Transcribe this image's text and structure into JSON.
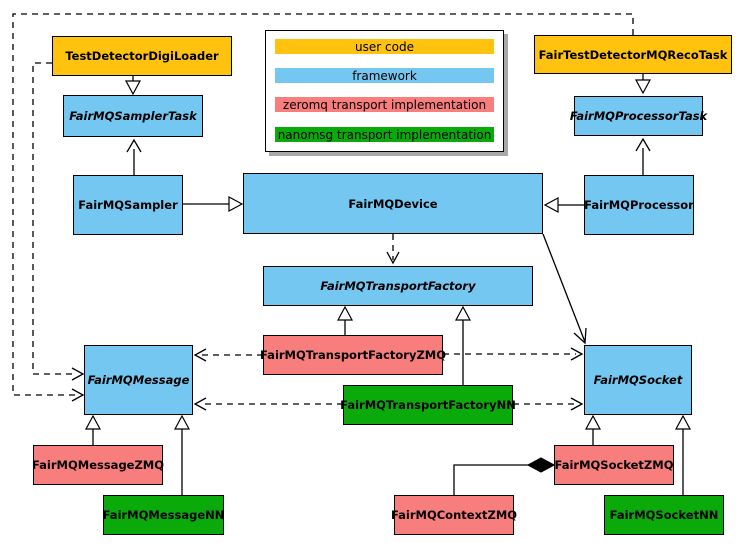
{
  "palette": {
    "user_code": "#FFC20E",
    "framework": "#74C7F0",
    "zeromq": "#F87D7D",
    "nanomsg": "#0AAA0A",
    "border": "#000000",
    "background": "#FFFFFF"
  },
  "legend": {
    "items": [
      {
        "label": "user code",
        "category": "user_code"
      },
      {
        "label": "framework",
        "category": "framework"
      },
      {
        "label": "zeromq transport implementation",
        "category": "zeromq"
      },
      {
        "label": "nanomsg transport implementation",
        "category": "nanomsg"
      }
    ]
  },
  "nodes": [
    {
      "id": "test-detector-digi-loader",
      "label": "TestDetectorDigiLoader",
      "category": "user_code",
      "abstract": false
    },
    {
      "id": "fair-test-detector-mq-reco-task",
      "label": "FairTestDetectorMQRecoTask",
      "category": "user_code",
      "abstract": false
    },
    {
      "id": "fairmq-sampler-task",
      "label": "FairMQSamplerTask",
      "category": "framework",
      "abstract": true
    },
    {
      "id": "fairmq-processor-task",
      "label": "FairMQProcessorTask",
      "category": "framework",
      "abstract": true
    },
    {
      "id": "fairmq-sampler",
      "label": "FairMQSampler",
      "category": "framework",
      "abstract": false
    },
    {
      "id": "fairmq-device",
      "label": "FairMQDevice",
      "category": "framework",
      "abstract": false
    },
    {
      "id": "fairmq-processor",
      "label": "FairMQProcessor",
      "category": "framework",
      "abstract": false
    },
    {
      "id": "fairmq-transport-factory",
      "label": "FairMQTransportFactory",
      "category": "framework",
      "abstract": true
    },
    {
      "id": "fairmq-transport-factory-zmq",
      "label": "FairMQTransportFactoryZMQ",
      "category": "zeromq",
      "abstract": false
    },
    {
      "id": "fairmq-transport-factory-nn",
      "label": "FairMQTransportFactoryNN",
      "category": "nanomsg",
      "abstract": false
    },
    {
      "id": "fairmq-message",
      "label": "FairMQMessage",
      "category": "framework",
      "abstract": true
    },
    {
      "id": "fairmq-socket",
      "label": "FairMQSocket",
      "category": "framework",
      "abstract": true
    },
    {
      "id": "fairmq-message-zmq",
      "label": "FairMQMessageZMQ",
      "category": "zeromq",
      "abstract": false
    },
    {
      "id": "fairmq-message-nn",
      "label": "FairMQMessageNN",
      "category": "nanomsg",
      "abstract": false
    },
    {
      "id": "fairmq-context-zmq",
      "label": "FairMQContextZMQ",
      "category": "zeromq",
      "abstract": false
    },
    {
      "id": "fairmq-socket-zmq",
      "label": "FairMQSocketZMQ",
      "category": "zeromq",
      "abstract": false
    },
    {
      "id": "fairmq-socket-nn",
      "label": "FairMQSocketNN",
      "category": "nanomsg",
      "abstract": false
    }
  ],
  "relations": [
    {
      "from": "TestDetectorDigiLoader",
      "to": "FairMQSamplerTask",
      "type": "inheritance"
    },
    {
      "from": "FairMQSampler",
      "to": "FairMQSamplerTask",
      "type": "inheritance"
    },
    {
      "from": "FairTestDetectorMQRecoTask",
      "to": "FairMQProcessorTask",
      "type": "inheritance"
    },
    {
      "from": "FairMQProcessor",
      "to": "FairMQProcessorTask",
      "type": "inheritance"
    },
    {
      "from": "FairMQSampler",
      "to": "FairMQDevice",
      "type": "inheritance"
    },
    {
      "from": "FairMQProcessor",
      "to": "FairMQDevice",
      "type": "inheritance"
    },
    {
      "from": "FairMQDevice",
      "to": "FairMQTransportFactory",
      "type": "dependency"
    },
    {
      "from": "FairMQDevice",
      "to": "FairMQSocket",
      "type": "association"
    },
    {
      "from": "FairMQTransportFactoryZMQ",
      "to": "FairMQTransportFactory",
      "type": "inheritance"
    },
    {
      "from": "FairMQTransportFactoryNN",
      "to": "FairMQTransportFactory",
      "type": "inheritance"
    },
    {
      "from": "TestDetectorDigiLoader",
      "to": "FairMQMessage",
      "type": "dependency"
    },
    {
      "from": "FairTestDetectorMQRecoTask",
      "to": "FairMQMessage",
      "type": "dependency"
    },
    {
      "from": "FairMQTransportFactoryZMQ",
      "to": "FairMQMessage",
      "type": "dependency"
    },
    {
      "from": "FairMQTransportFactoryNN",
      "to": "FairMQMessage",
      "type": "dependency"
    },
    {
      "from": "FairMQTransportFactoryZMQ",
      "to": "FairMQSocket",
      "type": "dependency"
    },
    {
      "from": "FairMQTransportFactoryNN",
      "to": "FairMQSocket",
      "type": "dependency"
    },
    {
      "from": "FairMQMessageZMQ",
      "to": "FairMQMessage",
      "type": "inheritance"
    },
    {
      "from": "FairMQMessageNN",
      "to": "FairMQMessage",
      "type": "inheritance"
    },
    {
      "from": "FairMQSocketZMQ",
      "to": "FairMQSocket",
      "type": "inheritance"
    },
    {
      "from": "FairMQSocketNN",
      "to": "FairMQSocket",
      "type": "inheritance"
    },
    {
      "from": "FairMQSocketZMQ",
      "to": "FairMQContextZMQ",
      "type": "composition"
    }
  ]
}
